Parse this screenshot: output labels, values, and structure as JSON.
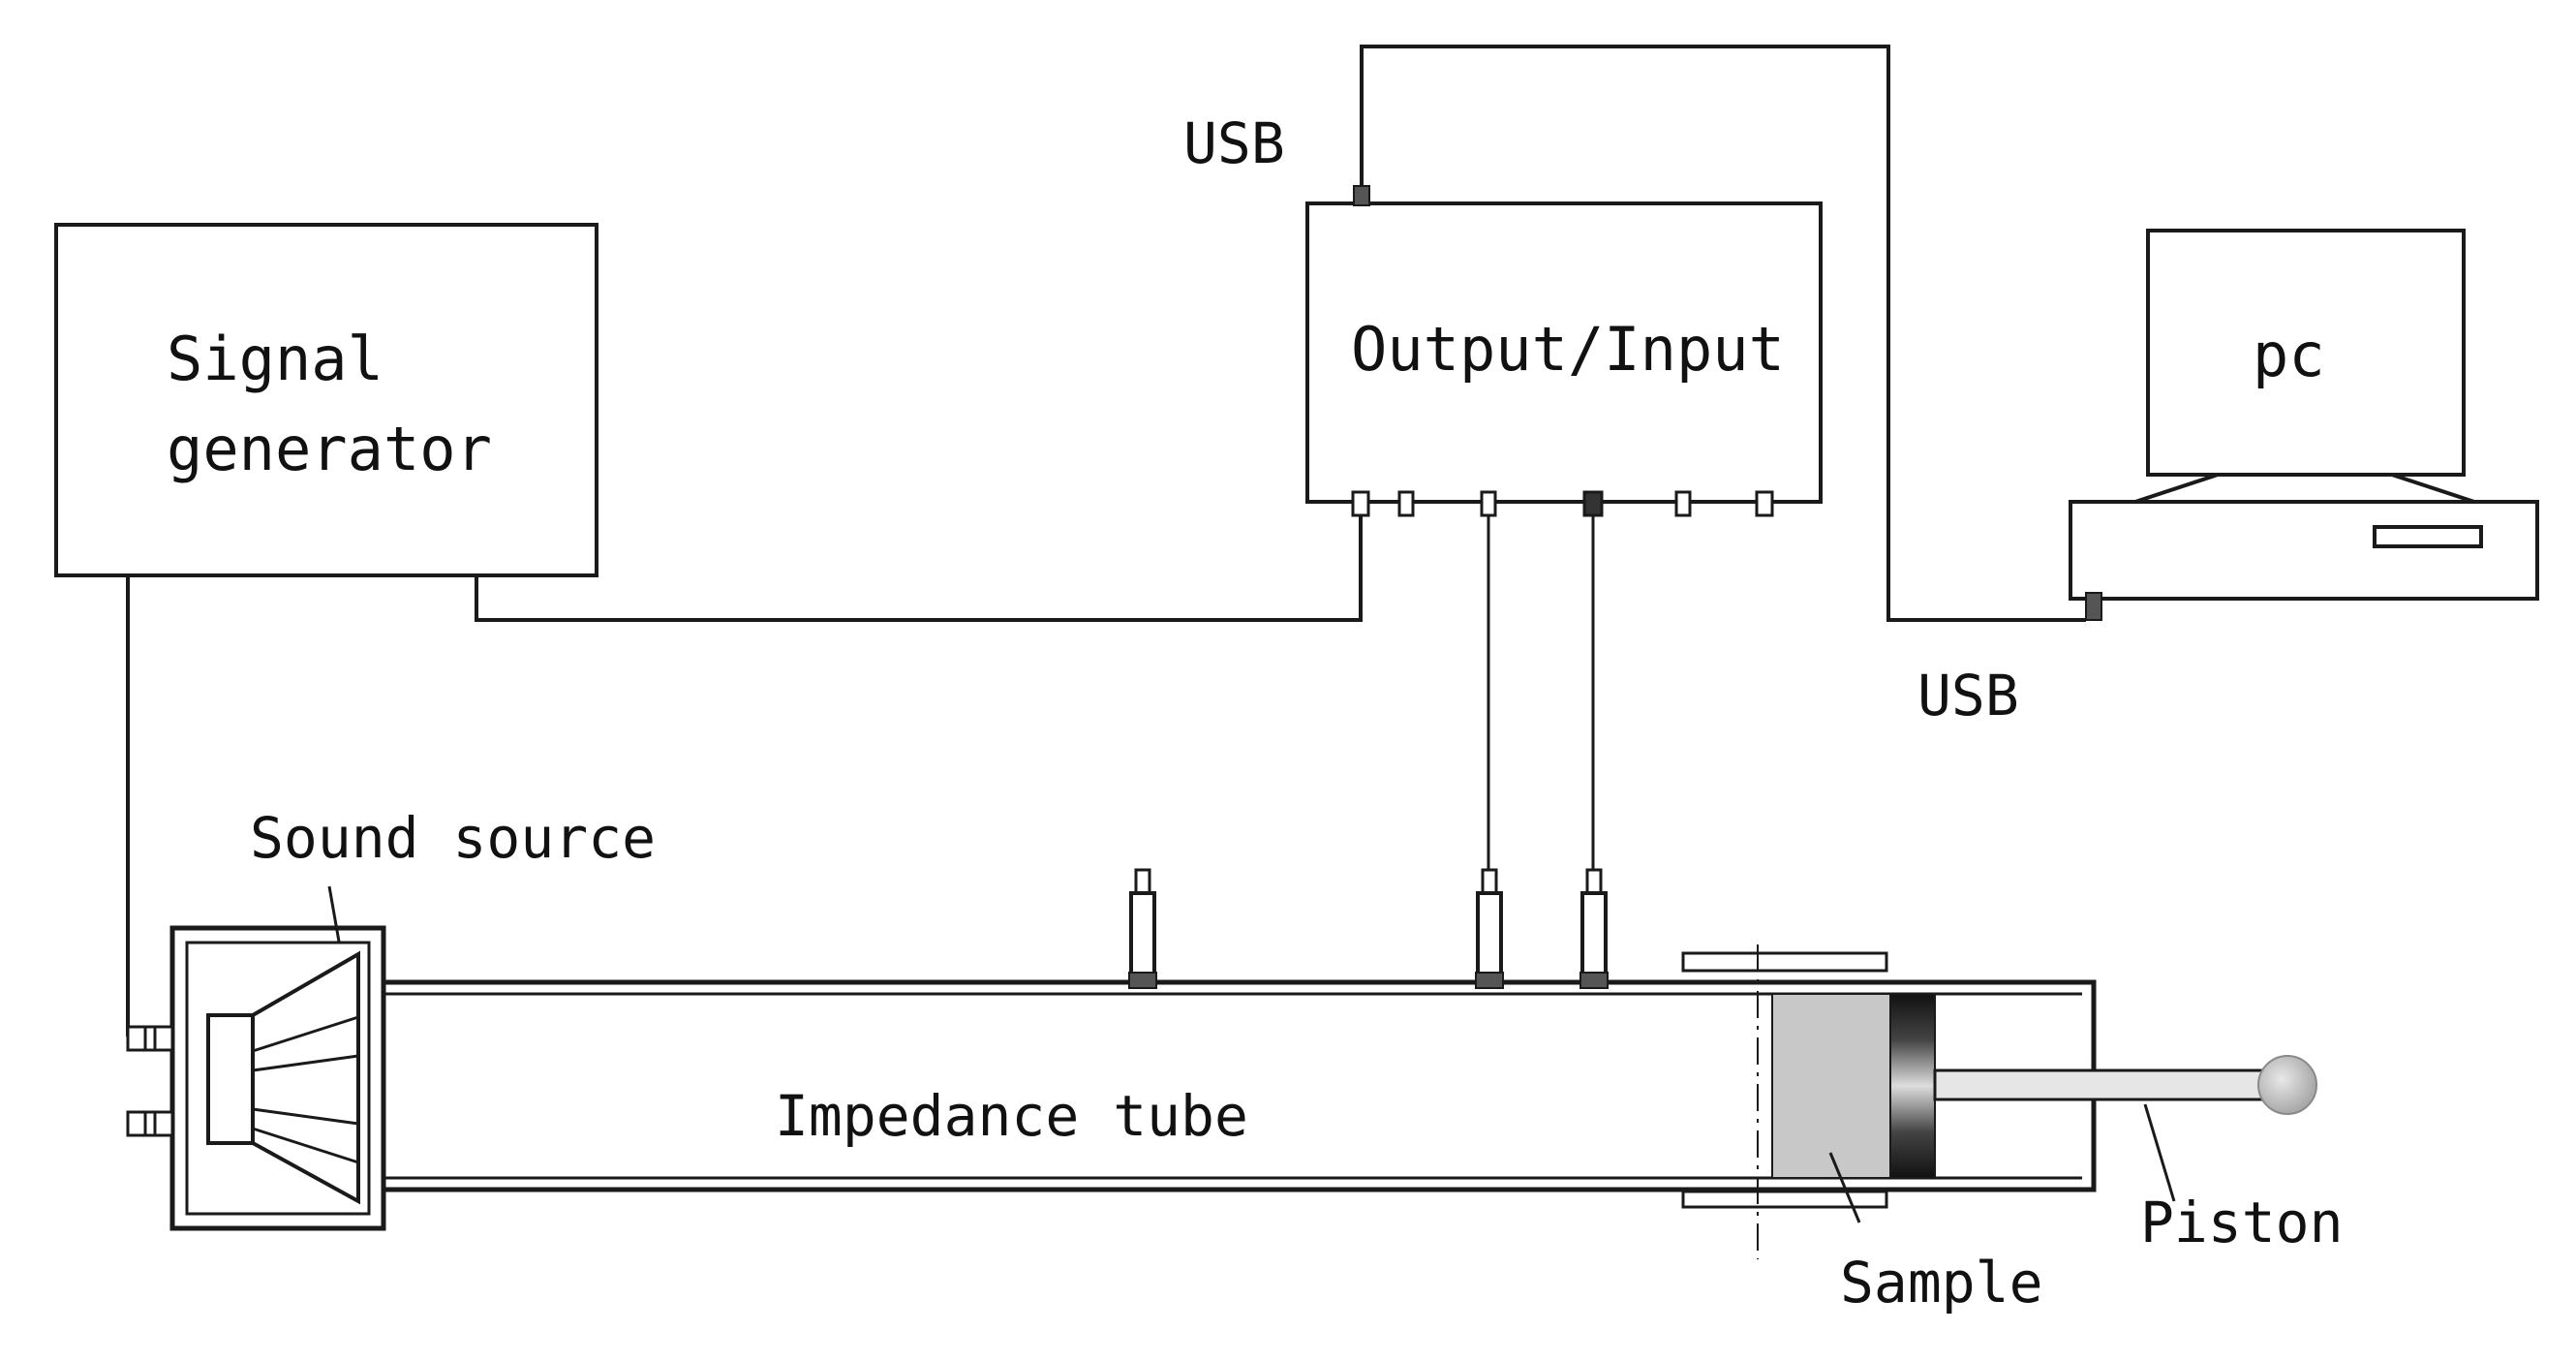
{
  "labels": {
    "signal_generator_line1": "Signal",
    "signal_generator_line2": "generator",
    "output_input": "Output/Input",
    "pc": "pc",
    "usb_top": "USB",
    "usb_bottom": "USB",
    "sound_source": "Sound source",
    "impedance_tube": "Impedance tube",
    "piston": "Piston",
    "sample": "Sample"
  },
  "colors": {
    "line": "#1a1a1a",
    "sample_fill": "#c8c8c8",
    "piston_rod": "#e6e6e6",
    "piston_knob": "#b4b4b4",
    "background": "#ffffff"
  }
}
